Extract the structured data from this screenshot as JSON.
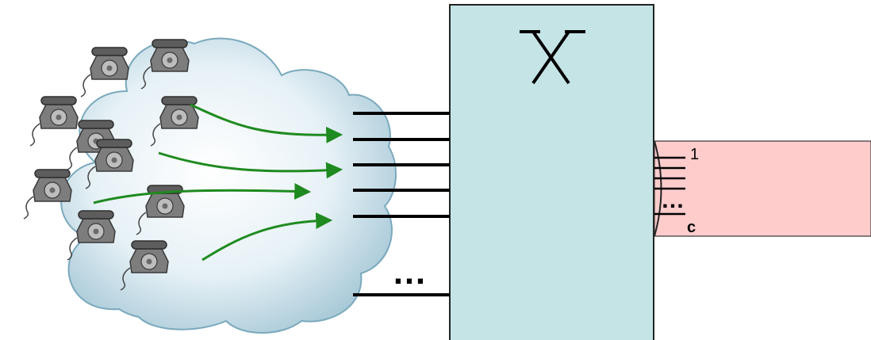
{
  "switch_symbol": "X",
  "trunk": {
    "first_label": "1",
    "ellipsis": "…",
    "last_label": "c"
  },
  "access_lines_ellipsis": "…",
  "colors": {
    "switch_fill": "#c5e4e6",
    "trunk_fill": "#ffcccc",
    "arrow": "#1f8a1f",
    "cloud": "#dcecf2"
  },
  "icons": {
    "telephone": "rotary-phone-icon",
    "network": "cloud-icon"
  }
}
